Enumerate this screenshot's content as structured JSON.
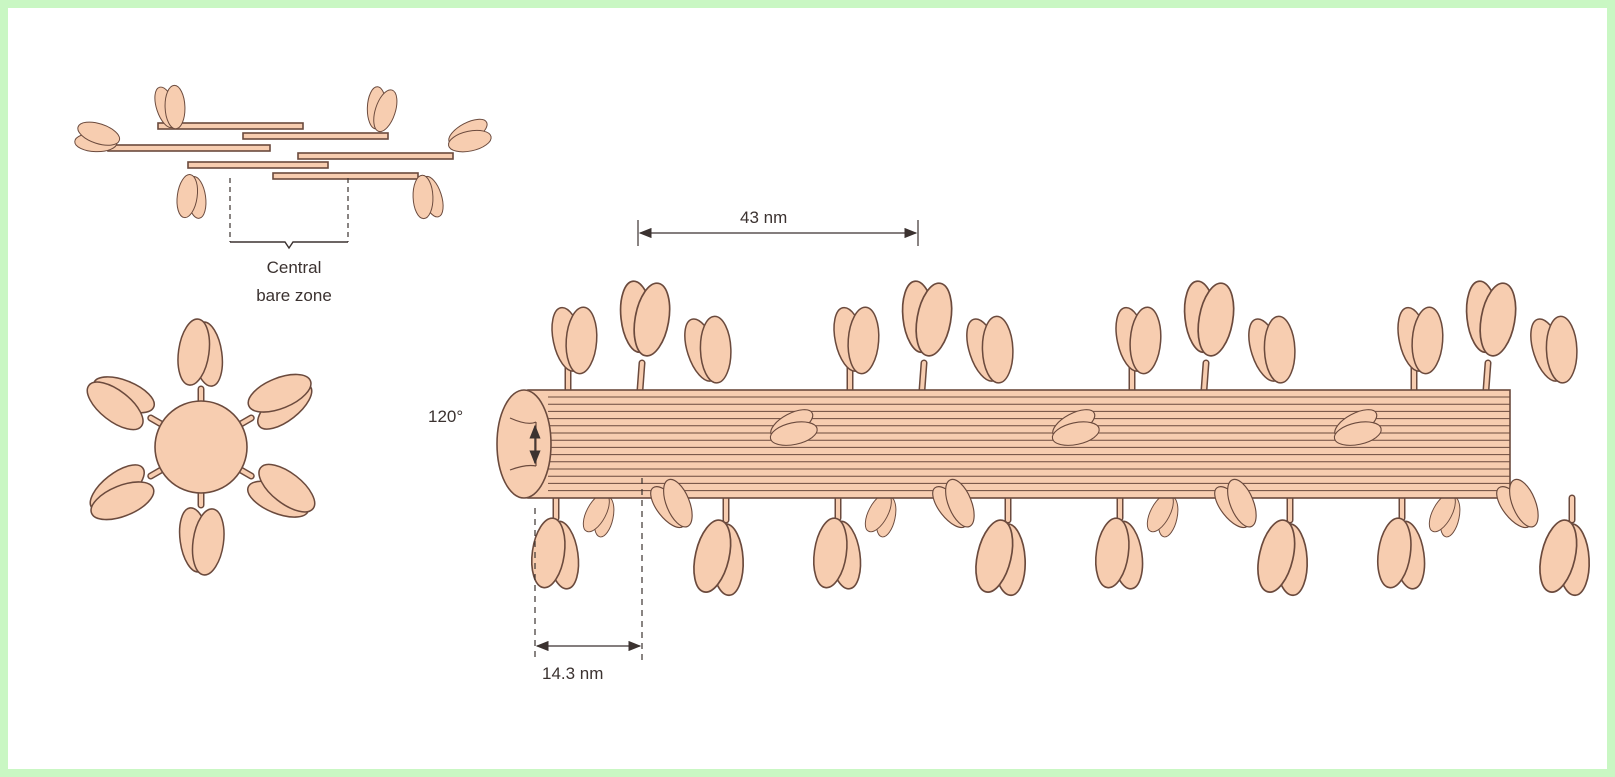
{
  "colors": {
    "background_border": "#c9f7c3",
    "panel": "#ffffff",
    "protein_fill": "#f7cdb0",
    "outline": "#6b4a3d",
    "annotation": "#3b3230"
  },
  "labels": {
    "bare_zone_line1": "Central",
    "bare_zone_line2": "bare zone",
    "spacing_43": "43 nm",
    "spacing_14": "14.3 nm",
    "angle": "120°"
  }
}
